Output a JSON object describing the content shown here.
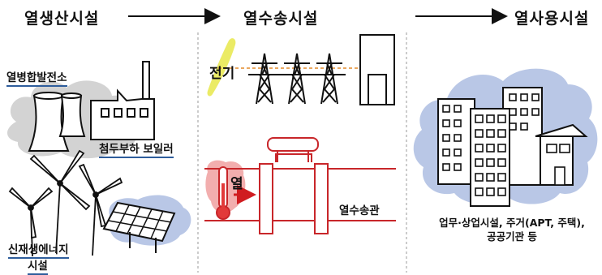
{
  "headers": {
    "production": "열생산시설",
    "transport": "열수송시설",
    "usage": "열사용시설"
  },
  "production": {
    "chp_label": "열병합발전소",
    "boiler_label": "첨두부하 보일러",
    "renewable_line1": "신재생에너지",
    "renewable_line2": "시설"
  },
  "transport": {
    "electricity_label": "전기",
    "heat_label": "열",
    "pipe_label": "열수송관"
  },
  "usage": {
    "caption_line1": "업무·상업시설, 주거(APT, 주택),",
    "caption_line2": "공공기관 등"
  },
  "colors": {
    "underline": "#2e5d9c",
    "pipe_red": "#c8262a",
    "electric_yellow": "#e8e84a",
    "heat_pink": "#f0a0a0",
    "cloud_gray": "#d3d3d3",
    "cloud_blue": "#b9c7e6"
  }
}
